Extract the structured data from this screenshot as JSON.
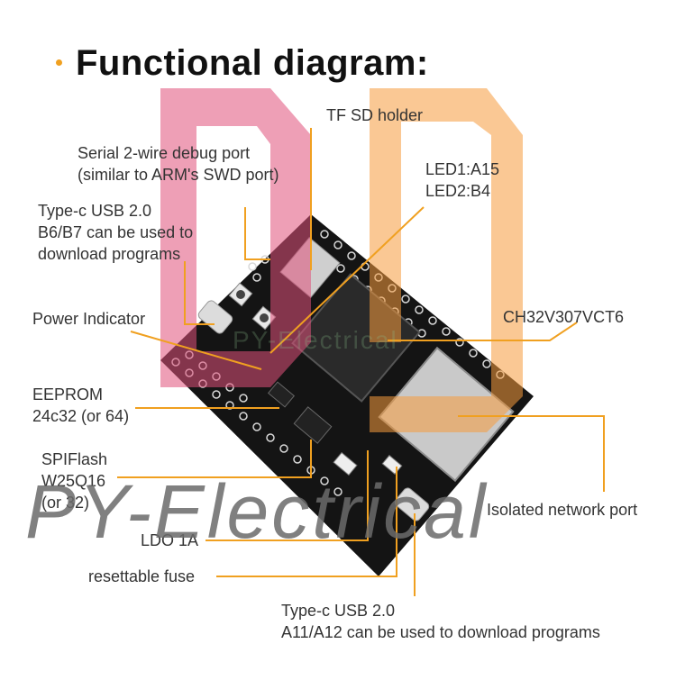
{
  "title": "Functional diagram:",
  "labels": {
    "tf_sd_holder": "TF SD holder",
    "debug_port_line1": "Serial 2-wire debug port",
    "debug_port_line2": "(similar to ARM's SWD port)",
    "led_line1": "LED1:A15",
    "led_line2": "LED2:B4",
    "usb_top_line1": "Type-c USB 2.0",
    "usb_top_line2": "B6/B7 can be used to",
    "usb_top_line3": "download programs",
    "power_indicator": "Power Indicator",
    "mcu": "CH32V307VCT6",
    "eeprom_line1": "EEPROM",
    "eeprom_line2": "24c32 (or 64)",
    "spiflash_line1": "SPIFlash",
    "spiflash_line2": "W25Q16",
    "spiflash_line3": "(or 32)",
    "network_port": "Isolated network port",
    "ldo": "LDO 1A",
    "fuse": "resettable fuse",
    "usb_bottom_line1": "Type-c USB 2.0",
    "usb_bottom_line2": "A11/A12 can be used to download programs"
  },
  "watermark": "PY-Electrical",
  "colors": {
    "accent": "#f0a020",
    "board": "#141414",
    "leader": "#f0a020",
    "overlay_pink": "#e0507a",
    "overlay_orange": "#f59a3c"
  }
}
